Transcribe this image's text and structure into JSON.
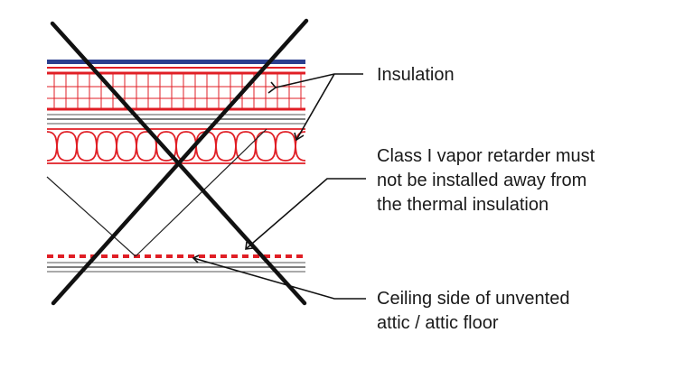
{
  "labels": {
    "insulation": [
      "Insulation"
    ],
    "vapor_retarder": [
      "Class I vapor retarder must",
      "not be installed away from",
      "the thermal insulation"
    ],
    "ceiling": [
      "Ceiling side of unvented",
      "attic / attic floor"
    ]
  },
  "colors": {
    "membrane_blue": "#2b3f8f",
    "insulation_red": "#e01e25",
    "line_black": "#111111",
    "layer_gray": "#555555"
  }
}
